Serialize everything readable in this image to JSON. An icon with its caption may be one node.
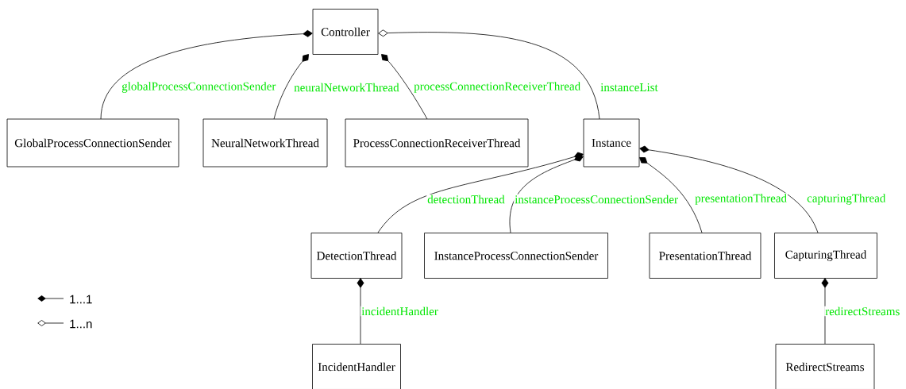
{
  "diagram": {
    "nodes": [
      {
        "text": [
          "Controller"
        ]
      },
      {
        "text": [
          "GlobalProcessConnectionSender"
        ]
      },
      {
        "text": [
          "NeuralNetworkThread"
        ]
      },
      {
        "text": [
          "ProcessConnectionReceiverThread"
        ]
      },
      {
        "text": [
          "Instance"
        ]
      },
      {
        "text": [
          "DetectionThread"
        ]
      },
      {
        "text": [
          "InstanceProcessConnectionSender"
        ]
      },
      {
        "text": [
          "PresentationThread"
        ]
      },
      {
        "text": [
          "CapturingThread"
        ]
      },
      {
        "text": [
          "IncidentHandler"
        ]
      },
      {
        "text": [
          "RedirectStreams"
        ]
      }
    ],
    "edges": [
      {
        "from": 1,
        "to": 0,
        "arrow": "other",
        "label": "globalProcessConnectionSender"
      },
      {
        "from": 2,
        "to": 0,
        "arrow": "other",
        "label": "neuralNetworkThread"
      },
      {
        "from": 3,
        "to": 0,
        "arrow": "other",
        "label": "processConnectionReceiverThread"
      },
      {
        "from": 4,
        "to": 0,
        "arrow": "other",
        "label": "instanceList"
      },
      {
        "from": 5,
        "to": 4,
        "arrow": "other",
        "label": "detectionThread"
      },
      {
        "from": 6,
        "to": 4,
        "arrow": "other",
        "label": "instanceProcessConnectionSender"
      },
      {
        "from": 7,
        "to": 4,
        "arrow": "other",
        "label": "presentationThread"
      },
      {
        "from": 8,
        "to": 4,
        "arrow": "other",
        "label": "capturingThread"
      },
      {
        "from": 9,
        "to": 5,
        "arrow": "other",
        "label": "incidentHandler"
      },
      {
        "from": 10,
        "to": 8,
        "arrow": "other",
        "label": "redirectStreams"
      }
    ],
    "legend": [
      {
        "text": "1...1"
      },
      {
        "text": "1...n"
      }
    ]
  }
}
